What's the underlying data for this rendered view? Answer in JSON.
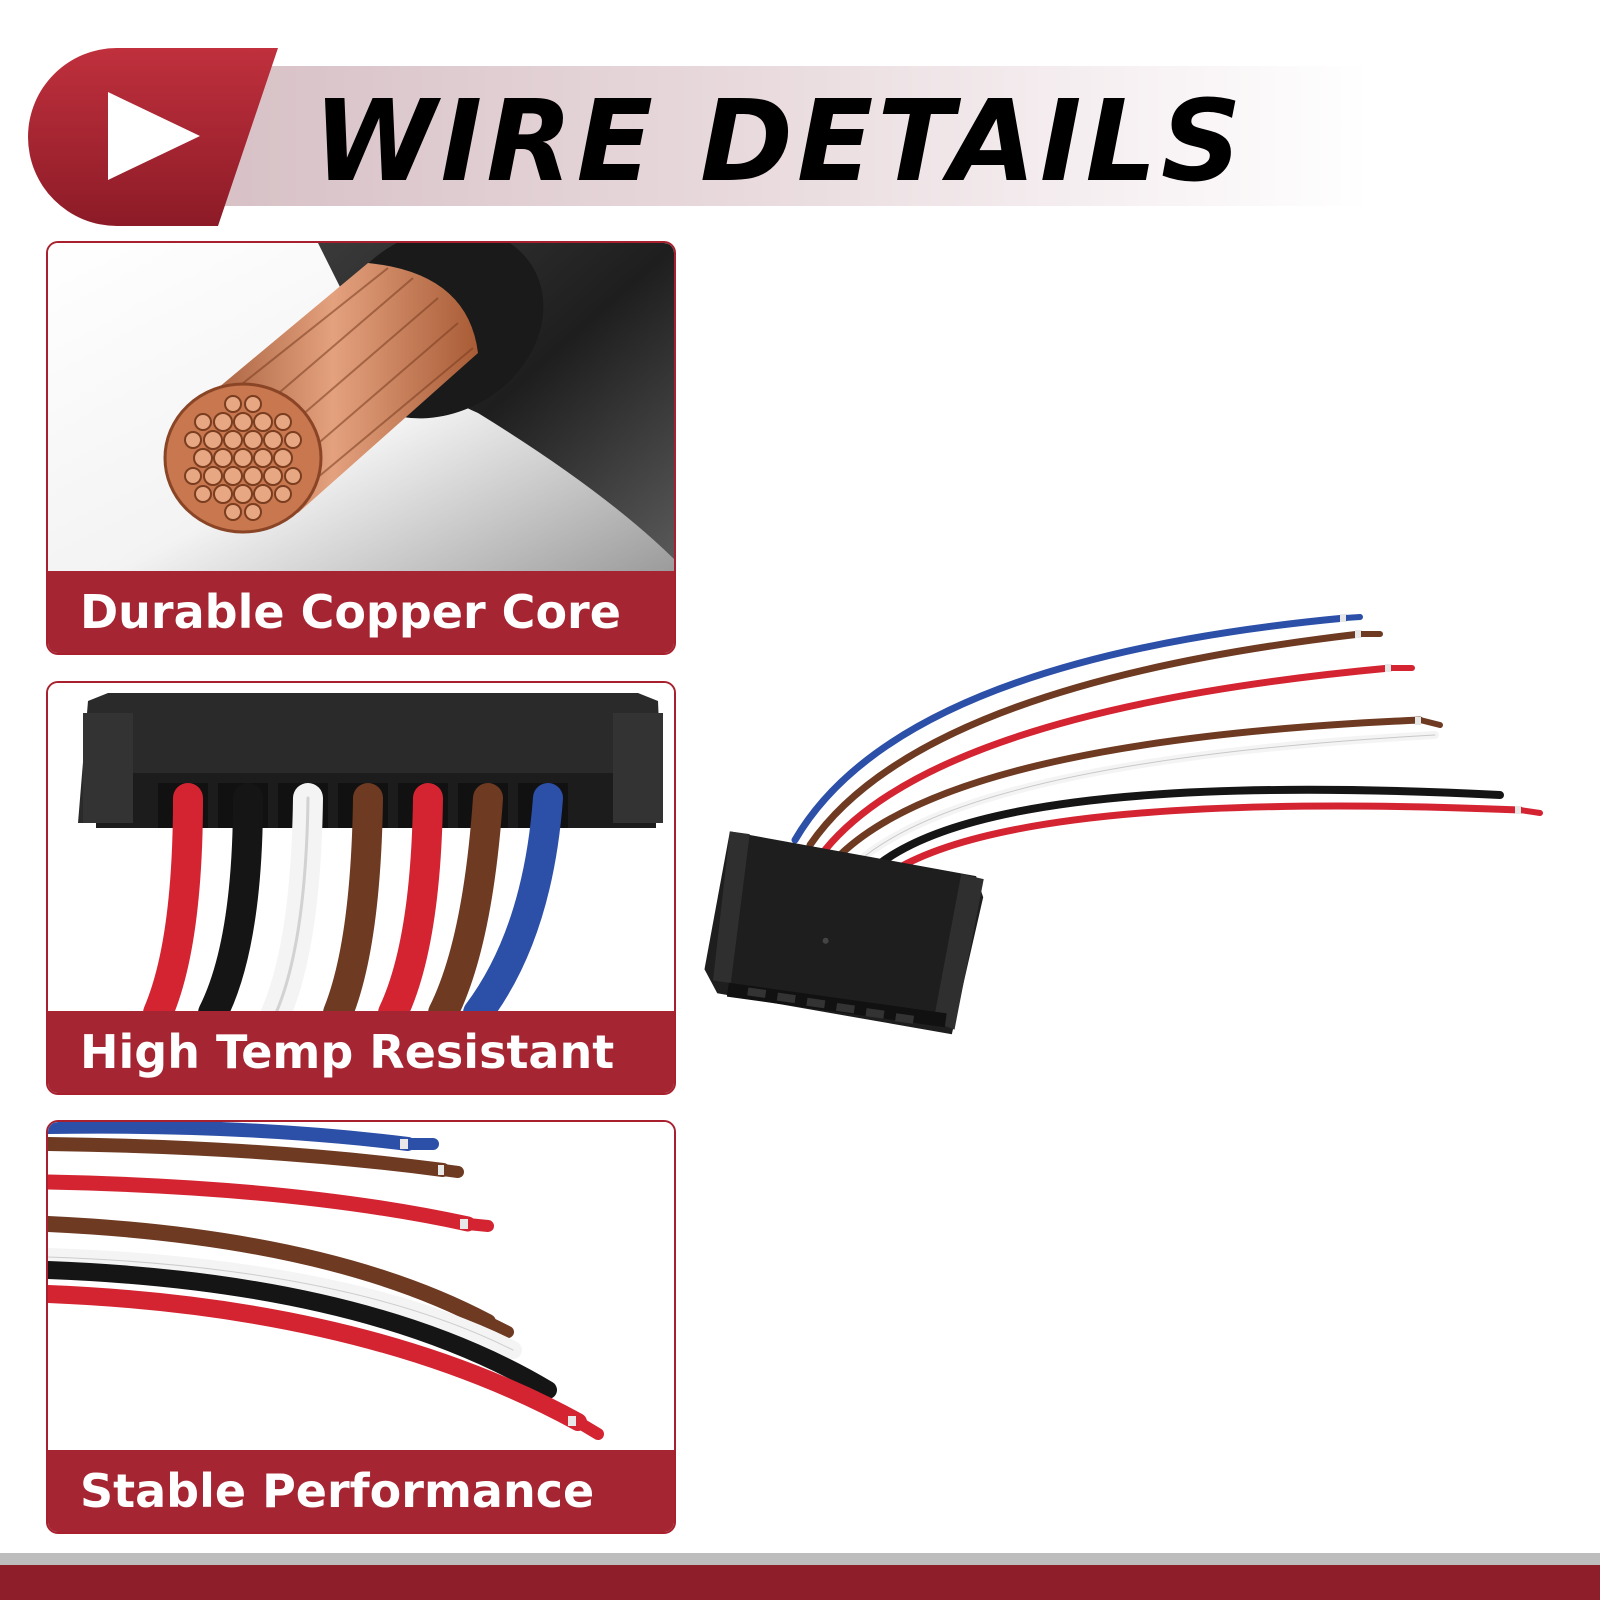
{
  "header": {
    "title": "WIRE DETAILS",
    "play_icon": "play-icon"
  },
  "features": [
    {
      "label": "Durable Copper Core",
      "icon": "copper-core-image"
    },
    {
      "label": "High Temp Resistant",
      "icon": "connector-image"
    },
    {
      "label": "Stable Performance",
      "icon": "wire-ends-image"
    }
  ],
  "colors": {
    "brand_red": "#a52532",
    "dark_red": "#8e1e2a",
    "wire_red": "#d42432",
    "wire_blue": "#2c4fa8",
    "wire_brown": "#6e3a22",
    "wire_white": "#f4f4f4",
    "wire_black": "#151515"
  }
}
